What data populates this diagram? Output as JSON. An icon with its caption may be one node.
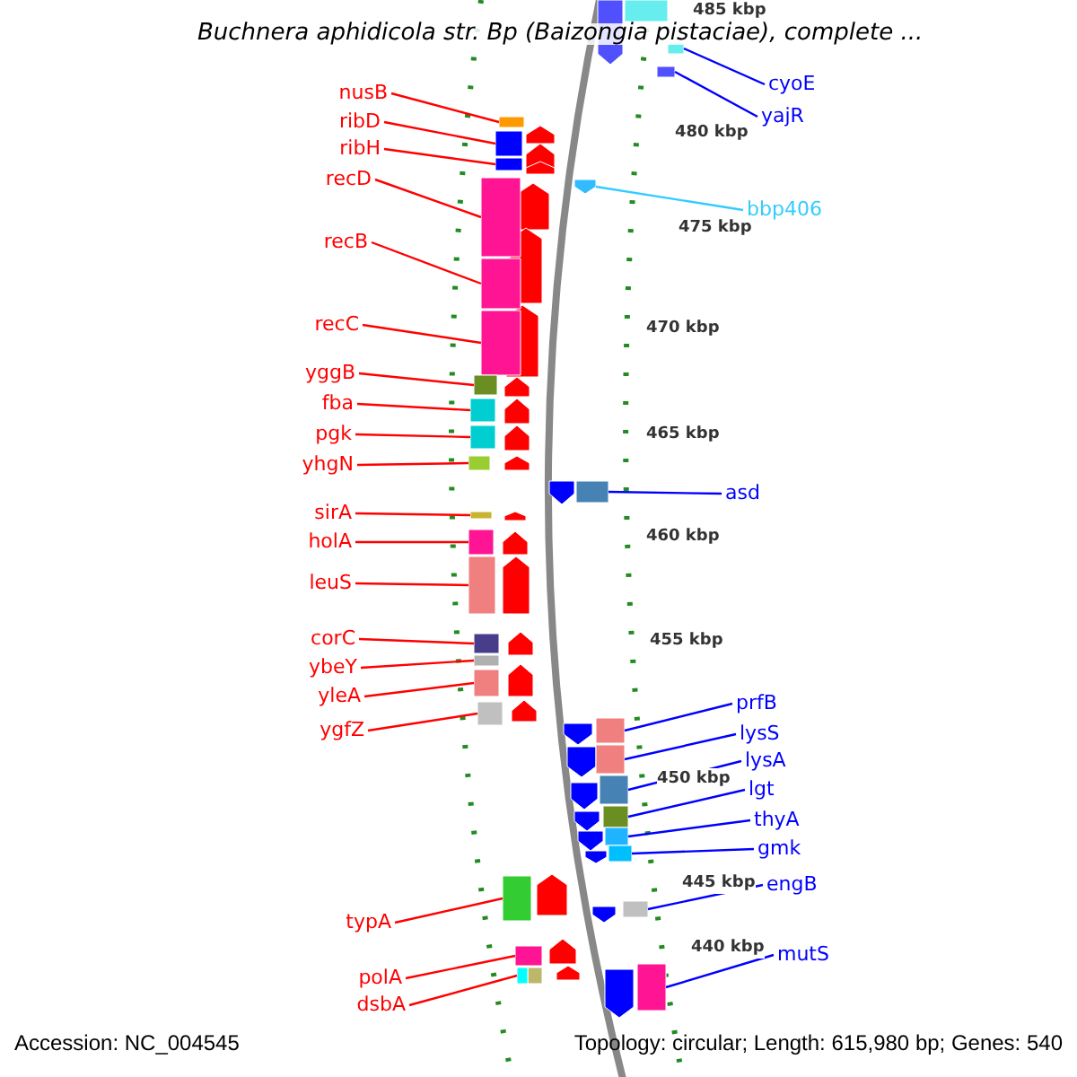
{
  "diagram": {
    "title": "Buchnera aphidicola str. Bp (Baizongia pistaciae), complete ...",
    "nodes": [
      {
        "text": [
          "nusB"
        ]
      },
      {
        "text": [
          "ribD"
        ]
      },
      {
        "text": [
          "ribH"
        ]
      },
      {
        "text": [
          "recD"
        ]
      },
      {
        "text": [
          "recB"
        ]
      },
      {
        "text": [
          "recC"
        ]
      },
      {
        "text": [
          "yggB"
        ]
      },
      {
        "text": [
          "fba"
        ]
      },
      {
        "text": [
          "pgk"
        ]
      },
      {
        "text": [
          "yhgN"
        ]
      },
      {
        "text": [
          "sirA"
        ]
      },
      {
        "text": [
          "holA"
        ]
      },
      {
        "text": [
          "leuS"
        ]
      },
      {
        "text": [
          "corC"
        ]
      },
      {
        "text": [
          "ybeY"
        ]
      },
      {
        "text": [
          "yleA"
        ]
      },
      {
        "text": [
          "ygfZ"
        ]
      },
      {
        "text": [
          "typA"
        ]
      },
      {
        "text": [
          "polA"
        ]
      },
      {
        "text": [
          "dsbA"
        ]
      },
      {
        "text": [
          "cyoE"
        ]
      },
      {
        "text": [
          "yajR"
        ]
      },
      {
        "text": [
          "bbp406"
        ]
      },
      {
        "text": [
          "asd"
        ]
      },
      {
        "text": [
          "prfB"
        ]
      },
      {
        "text": [
          "lysS"
        ]
      },
      {
        "text": [
          "lysA"
        ]
      },
      {
        "text": [
          "lgt"
        ]
      },
      {
        "text": [
          "thyA"
        ]
      },
      {
        "text": [
          "gmk"
        ]
      },
      {
        "text": [
          "engB"
        ]
      },
      {
        "text": [
          "mutS"
        ]
      },
      {
        "text": [],
        "shape": "bar"
      },
      {
        "text": [],
        "shape": "bar"
      },
      {
        "text": [],
        "shape": "bar"
      },
      {
        "text": [],
        "shape": "bar"
      },
      {
        "text": [],
        "shape": "bar"
      },
      {
        "text": [],
        "shape": "bar"
      },
      {
        "text": [],
        "shape": "bar"
      },
      {
        "text": [],
        "shape": "bar"
      },
      {
        "text": [],
        "shape": "bar"
      },
      {
        "text": [],
        "shape": "bar"
      },
      {
        "text": [],
        "shape": "bar"
      },
      {
        "text": [],
        "shape": "bar"
      },
      {
        "text": [],
        "shape": "bar"
      },
      {
        "text": [],
        "shape": "bar"
      },
      {
        "text": [],
        "shape": "bar"
      },
      {
        "text": [],
        "shape": "bar"
      },
      {
        "text": [],
        "shape": "bar"
      },
      {
        "text": [],
        "shape": "bar"
      },
      {
        "text": [],
        "shape": "bar"
      },
      {
        "text": [],
        "shape": "bar"
      },
      {
        "text": [],
        "shape": "bar"
      },
      {
        "text": [],
        "shape": "bar"
      },
      {
        "text": [],
        "shape": "bar"
      },
      {
        "text": [],
        "shape": "bar"
      },
      {
        "text": [],
        "shape": "bar"
      },
      {
        "text": [],
        "shape": "bar"
      },
      {
        "text": [],
        "shape": "bar"
      },
      {
        "text": [],
        "shape": "bar"
      },
      {
        "text": [],
        "shape": "bar"
      },
      {
        "text": [],
        "shape": "bar"
      },
      {
        "text": [],
        "shape": "bar"
      },
      {
        "text": [],
        "shape": "bar"
      }
    ],
    "edges": [
      {
        "from": 0,
        "to": 32,
        "arrow": "none"
      },
      {
        "from": 1,
        "to": 33,
        "arrow": "none"
      },
      {
        "from": 2,
        "to": 34,
        "arrow": "none"
      },
      {
        "from": 3,
        "to": 35,
        "arrow": "none"
      },
      {
        "from": 4,
        "to": 36,
        "arrow": "none"
      },
      {
        "from": 5,
        "to": 37,
        "arrow": "none"
      },
      {
        "from": 6,
        "to": 38,
        "arrow": "none"
      },
      {
        "from": 7,
        "to": 39,
        "arrow": "none"
      },
      {
        "from": 8,
        "to": 40,
        "arrow": "none"
      },
      {
        "from": 9,
        "to": 41,
        "arrow": "none"
      },
      {
        "from": 10,
        "to": 42,
        "arrow": "none"
      },
      {
        "from": 11,
        "to": 43,
        "arrow": "none"
      },
      {
        "from": 12,
        "to": 44,
        "arrow": "none"
      },
      {
        "from": 13,
        "to": 45,
        "arrow": "none"
      },
      {
        "from": 14,
        "to": 46,
        "arrow": "none"
      },
      {
        "from": 15,
        "to": 47,
        "arrow": "none"
      },
      {
        "from": 16,
        "to": 48,
        "arrow": "none"
      },
      {
        "from": 17,
        "to": 49,
        "arrow": "none"
      },
      {
        "from": 18,
        "to": 50,
        "arrow": "none"
      },
      {
        "from": 19,
        "to": 51,
        "arrow": "none"
      },
      {
        "from": 20,
        "to": 52,
        "arrow": "none",
        "color": "#0000ff"
      },
      {
        "from": 21,
        "to": 53,
        "arrow": "none",
        "color": "#0000ff"
      },
      {
        "from": 22,
        "to": 54,
        "arrow": "none",
        "color": "#33ccff"
      },
      {
        "from": 23,
        "to": 55,
        "arrow": "none",
        "color": "#0000ff"
      },
      {
        "from": 24,
        "to": 56,
        "arrow": "none",
        "color": "#0000ff"
      },
      {
        "from": 25,
        "to": 57,
        "arrow": "none",
        "color": "#0000ff"
      },
      {
        "from": 26,
        "to": 58,
        "arrow": "none",
        "color": "#0000ff"
      },
      {
        "from": 27,
        "to": 59,
        "arrow": "none",
        "color": "#0000ff"
      },
      {
        "from": 28,
        "to": 60,
        "arrow": "none",
        "color": "#0000ff"
      },
      {
        "from": 29,
        "to": 61,
        "arrow": "none",
        "color": "#0000ff"
      },
      {
        "from": 30,
        "to": 62,
        "arrow": "none",
        "color": "#0000ff"
      },
      {
        "from": 31,
        "to": 63,
        "arrow": "none",
        "color": "#0000ff"
      }
    ],
    "labels": [
      "485 kbp",
      "480 kbp",
      "475 kbp",
      "470 kbp",
      "465 kbp",
      "460 kbp",
      "455 kbp",
      "450 kbp",
      "445 kbp",
      "440 kbp",
      "Accession: NC_004545",
      "Topology: circular; Length: 615,980 bp; Genes: 540"
    ]
  }
}
